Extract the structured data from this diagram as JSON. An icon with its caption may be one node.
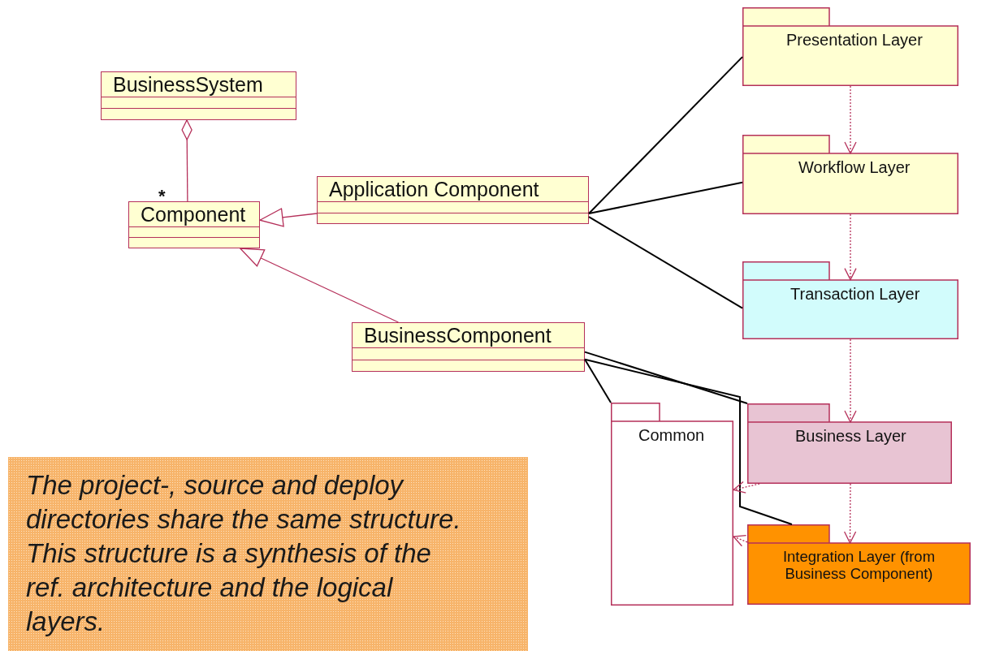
{
  "diagram": {
    "nodes": [
      {
        "text": [
          "BusinessSystem"
        ]
      },
      {
        "text": [
          "Component"
        ],
        "beside": [
          "*"
        ]
      },
      {
        "text": [
          "Application Component"
        ]
      },
      {
        "text": [
          "BusinessComponent"
        ]
      },
      {
        "text": [
          "Presentation Layer"
        ]
      },
      {
        "text": [
          "Workflow Layer"
        ]
      },
      {
        "text": [
          "Transaction Layer"
        ]
      },
      {
        "text": [
          "Common"
        ]
      },
      {
        "text": [
          "Business Layer"
        ]
      },
      {
        "text": [
          "Integration Layer (from Business Component)"
        ]
      },
      {
        "text": [
          "The project-, source and deploy directories share the same structure. This structure is a synthesis of the ref. architecture and the logical layers."
        ]
      }
    ],
    "edges": [
      {
        "from": 1,
        "to": 0,
        "arrow": "other"
      },
      {
        "from": 2,
        "to": 1,
        "arrow": "to"
      },
      {
        "from": 3,
        "to": 1,
        "arrow": "to"
      },
      {
        "from": 2,
        "to": 4,
        "arrow": "none",
        "color": "#000000"
      },
      {
        "from": 2,
        "to": 5,
        "arrow": "none",
        "color": "#000000"
      },
      {
        "from": 2,
        "to": 6,
        "arrow": "none",
        "color": "#000000"
      },
      {
        "from": 3,
        "to": 8,
        "arrow": "none",
        "color": "#000000"
      },
      {
        "from": 3,
        "to": 7,
        "arrow": "none",
        "color": "#000000"
      },
      {
        "from": 3,
        "to": 9,
        "arrow": "none",
        "color": "#000000"
      },
      {
        "from": 4,
        "to": 5,
        "arrow": "to",
        "style": "dashed"
      },
      {
        "from": 5,
        "to": 6,
        "arrow": "to",
        "style": "dashed"
      },
      {
        "from": 6,
        "to": 8,
        "arrow": "to",
        "style": "dashed"
      },
      {
        "from": 8,
        "to": 9,
        "arrow": "to",
        "style": "dashed"
      },
      {
        "from": 8,
        "to": 7,
        "arrow": "to",
        "style": "dashed"
      },
      {
        "from": 9,
        "to": 7,
        "arrow": "to",
        "style": "dashed"
      }
    ]
  }
}
